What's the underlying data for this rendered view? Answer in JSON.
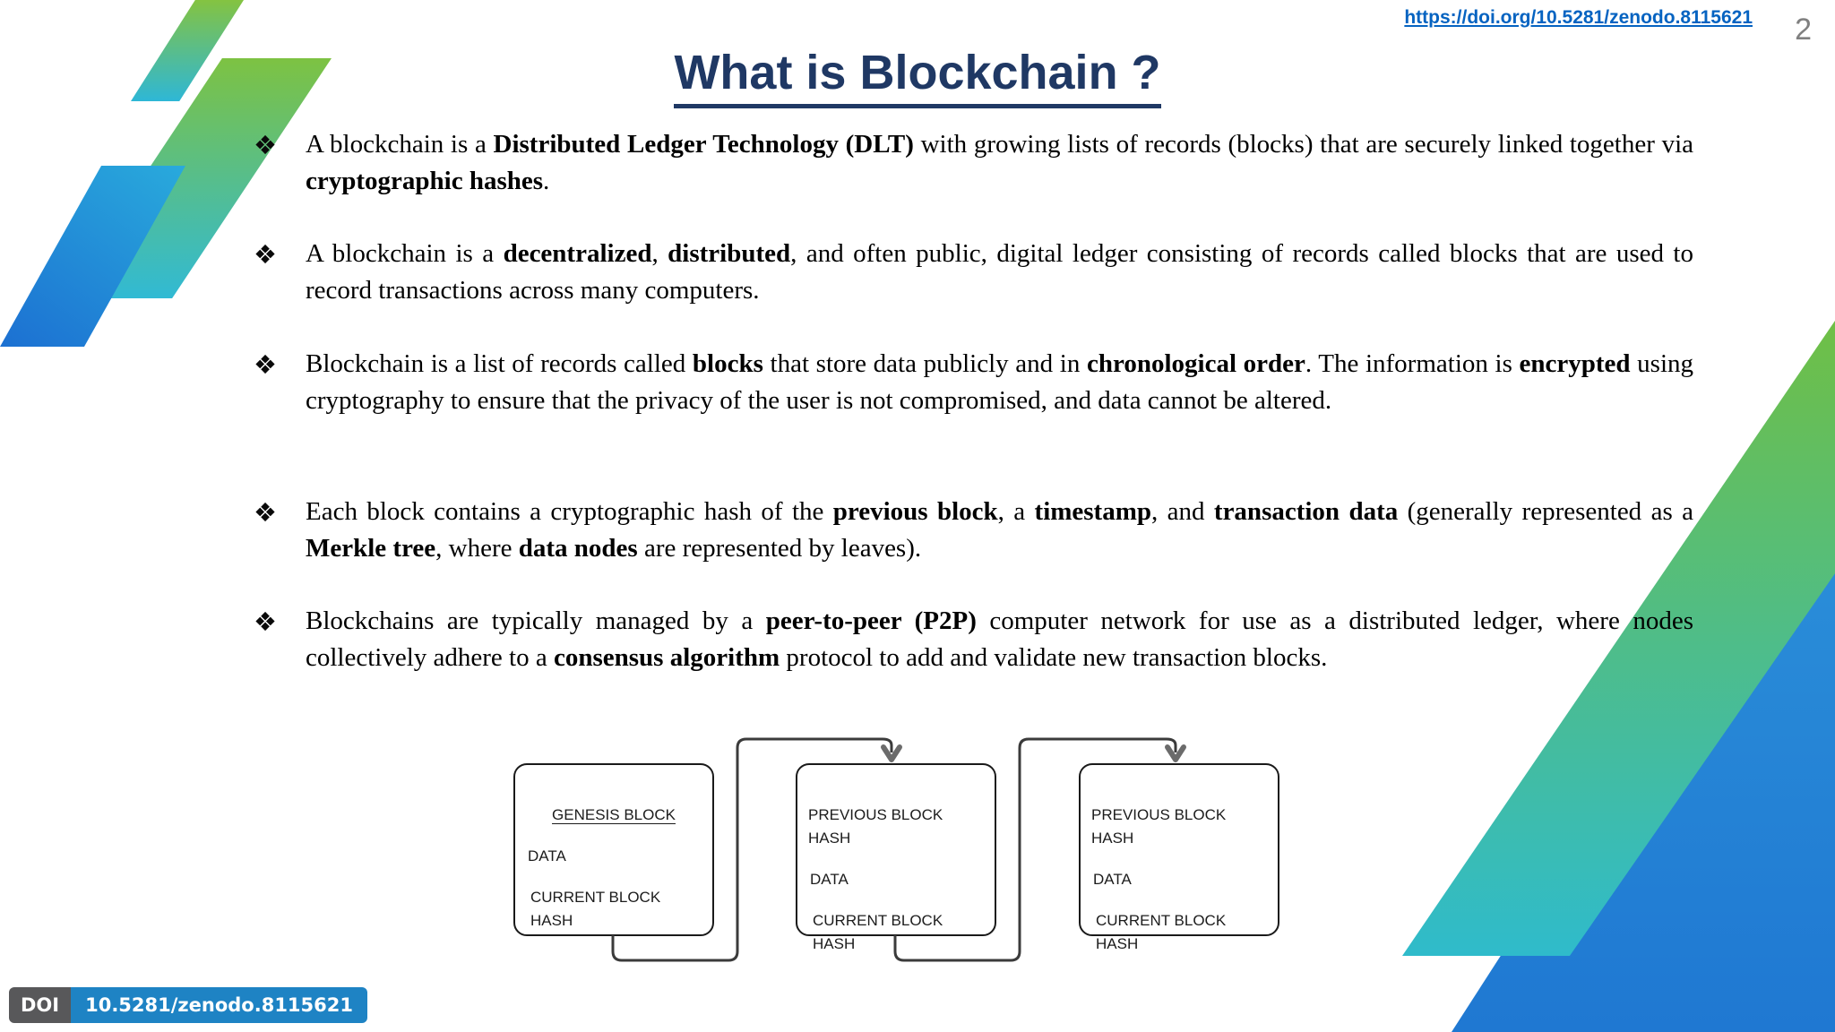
{
  "slide": {
    "doi_link": "https://doi.org/10.5281/zenodo.8115621",
    "page_number": "2",
    "title": "What is Blockchain ?"
  },
  "bullet_marker": "❖",
  "bullets": [
    {
      "segments": [
        {
          "text": "A blockchain is a ",
          "bold": false
        },
        {
          "text": "Distributed Ledger Technology (DLT)",
          "bold": true
        },
        {
          "text": " with growing lists of records (blocks) that are securely linked together via ",
          "bold": false
        },
        {
          "text": "cryptographic hashes",
          "bold": true
        },
        {
          "text": ".",
          "bold": false
        }
      ]
    },
    {
      "segments": [
        {
          "text": "A blockchain is a ",
          "bold": false
        },
        {
          "text": "decentralized",
          "bold": true
        },
        {
          "text": ", ",
          "bold": false
        },
        {
          "text": "distributed",
          "bold": true
        },
        {
          "text": ", and often public, digital ledger consisting of records called blocks that are used to record transactions across many computers.",
          "bold": false
        }
      ]
    },
    {
      "segments": [
        {
          "text": "Blockchain is a list of records called ",
          "bold": false
        },
        {
          "text": "blocks",
          "bold": true
        },
        {
          "text": " that store data publicly and in ",
          "bold": false
        },
        {
          "text": "chronological order",
          "bold": true
        },
        {
          "text": ". The information is ",
          "bold": false
        },
        {
          "text": "encrypted",
          "bold": true
        },
        {
          "text": " using cryptography to ensure that the privacy of the user is not compromised, and data cannot be altered.",
          "bold": false
        }
      ]
    },
    {
      "segments": [
        {
          "text": "Each block contains a cryptographic hash of the ",
          "bold": false
        },
        {
          "text": "previous block",
          "bold": true
        },
        {
          "text": ", a ",
          "bold": false
        },
        {
          "text": "timestamp",
          "bold": true
        },
        {
          "text": ", and ",
          "bold": false
        },
        {
          "text": "transaction data",
          "bold": true
        },
        {
          "text": " (generally represented as a ",
          "bold": false
        },
        {
          "text": "Merkle tree",
          "bold": true
        },
        {
          "text": ", where ",
          "bold": false
        },
        {
          "text": "data nodes",
          "bold": true
        },
        {
          "text": " are represented by leaves).",
          "bold": false
        }
      ]
    },
    {
      "segments": [
        {
          "text": "Blockchains are typically managed by a ",
          "bold": false
        },
        {
          "text": "peer-to-peer (P2P)",
          "bold": true
        },
        {
          "text": " computer network for use as a distributed ledger, where nodes collectively adhere to a ",
          "bold": false
        },
        {
          "text": "consensus algorithm",
          "bold": true
        },
        {
          "text": " protocol to add and validate new transaction blocks.",
          "bold": false
        }
      ]
    }
  ],
  "diagram": {
    "blocks": [
      {
        "title": "GENESIS BLOCK",
        "line1": "DATA",
        "line2": "CURRENT BLOCK HASH"
      },
      {
        "title": "PREVIOUS BLOCK HASH",
        "line1": "DATA",
        "line2": "CURRENT BLOCK HASH"
      },
      {
        "title": "PREVIOUS BLOCK HASH",
        "line1": "DATA",
        "line2": "CURRENT BLOCK HASH"
      }
    ]
  },
  "doi_badge": {
    "label": "DOI",
    "value": "10.5281/zenodo.8115621"
  },
  "colors": {
    "title": "#1f3864",
    "link": "#0563c1",
    "page_number": "#808080",
    "badge_label_bg": "#58585a",
    "badge_value_bg": "#1e83c4",
    "deco_green": "#7dc242",
    "deco_teal": "#2fb9d2",
    "deco_blue": "#1c73d2"
  }
}
